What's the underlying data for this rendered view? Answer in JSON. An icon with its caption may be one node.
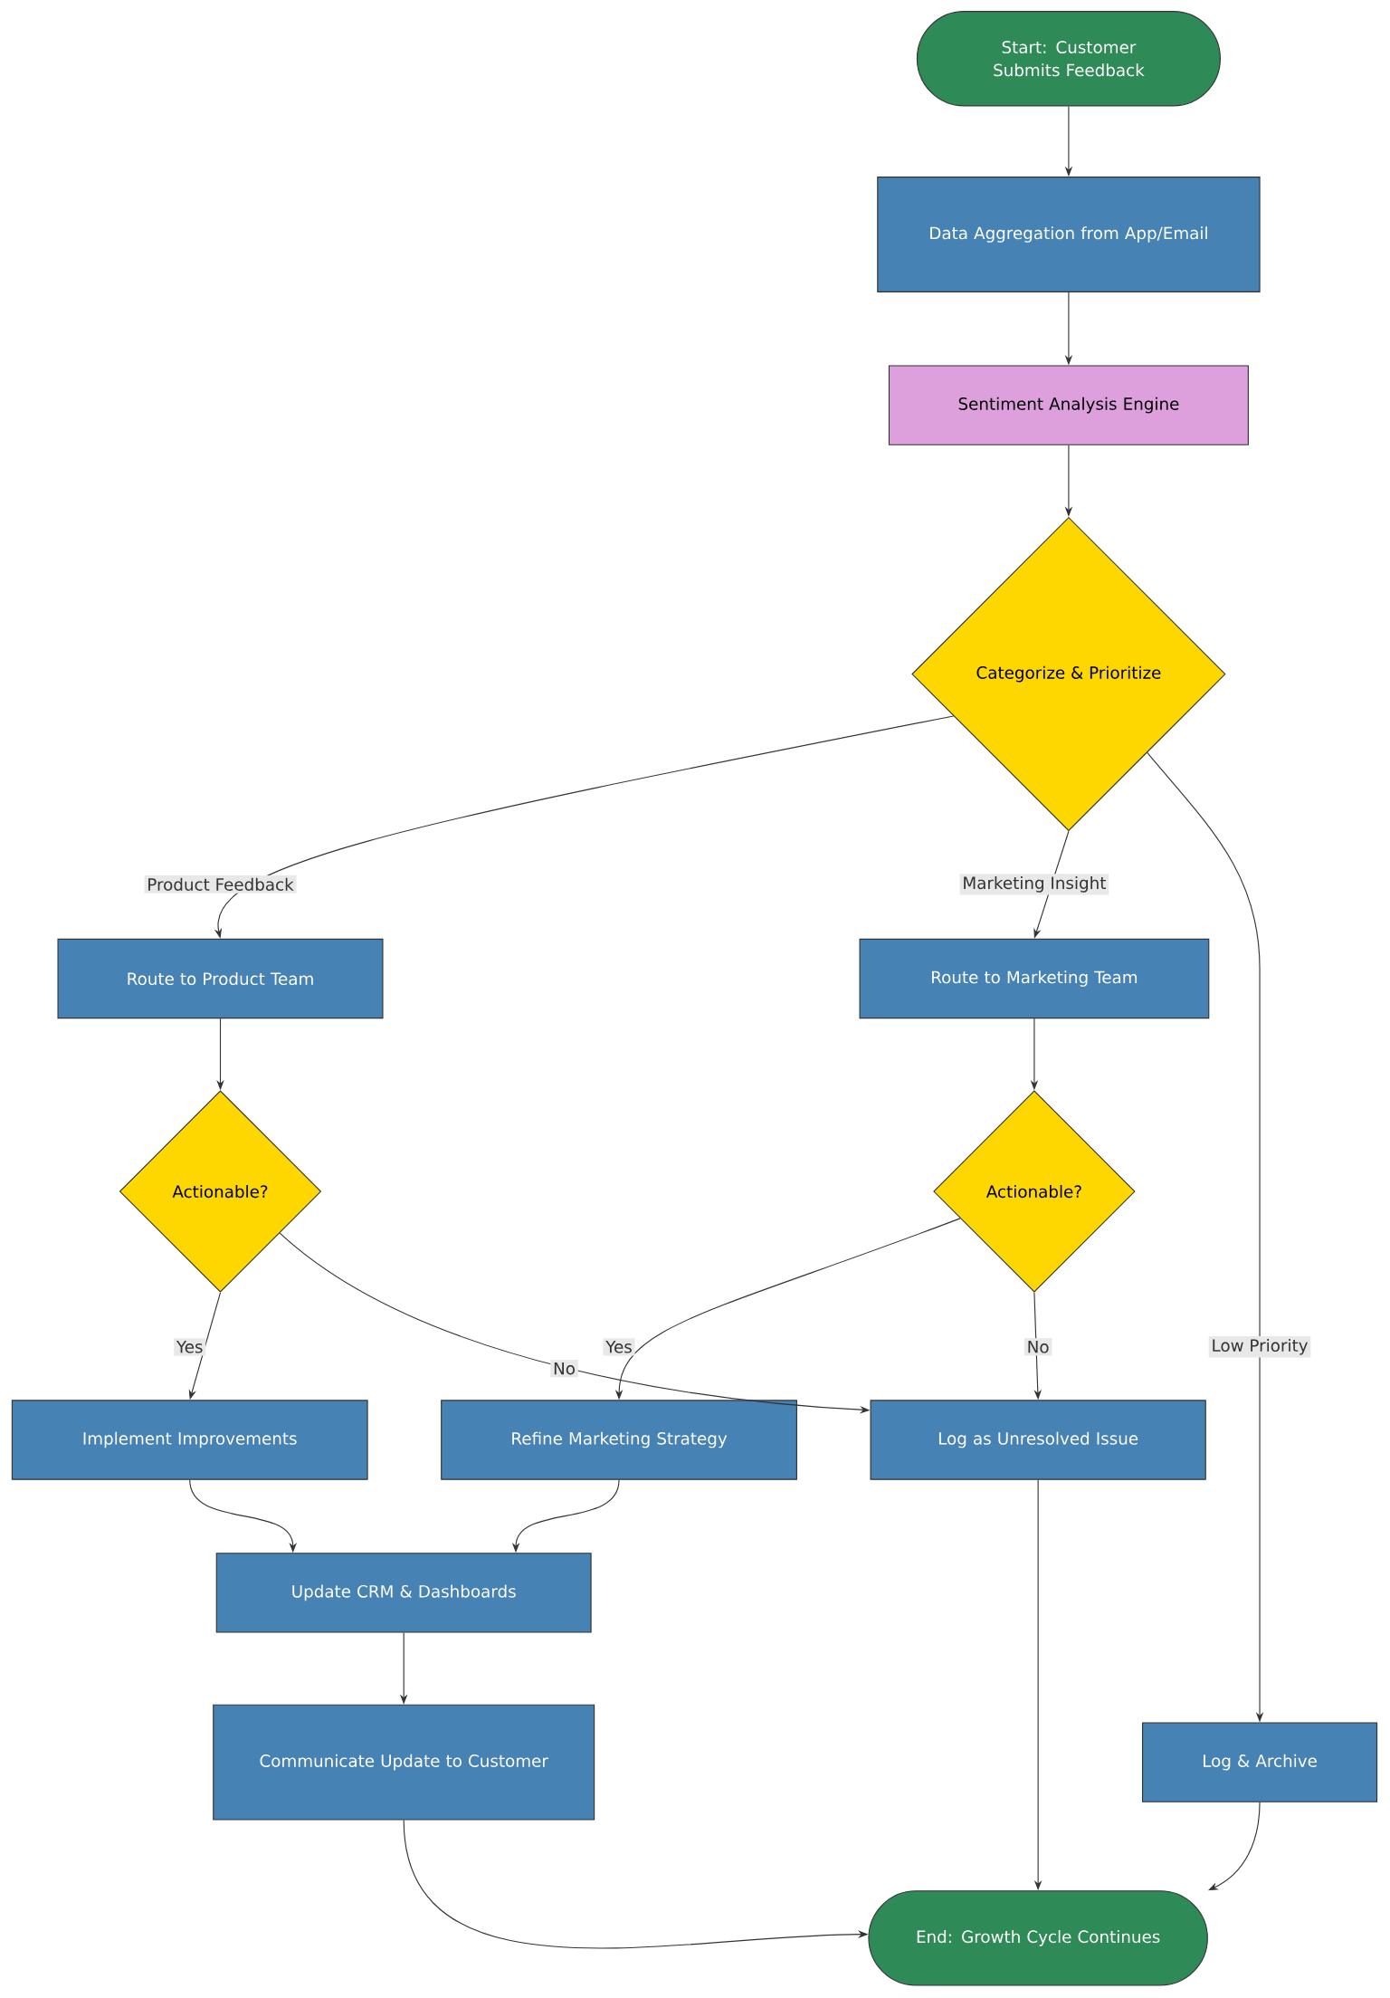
{
  "diagram": {
    "nodes": [
      {
        "text": [
          "Start: Customer Submits Feedback"
        ]
      },
      {
        "text": [
          "Data Aggregation from App/Email"
        ]
      },
      {
        "text": [
          "Sentiment Analysis Engine"
        ]
      },
      {
        "text": [
          "Categorize & Prioritize"
        ]
      },
      {
        "text": [
          "Route to Product Team"
        ]
      },
      {
        "text": [
          "Route to Marketing Team"
        ]
      },
      {
        "text": [
          "Actionable?"
        ]
      },
      {
        "text": [
          "Actionable?"
        ]
      },
      {
        "text": [
          "Implement Improvements"
        ]
      },
      {
        "text": [
          "Refine Marketing Strategy"
        ]
      },
      {
        "text": [
          "Log as Unresolved Issue"
        ]
      },
      {
        "text": [
          "Update CRM & Dashboards"
        ]
      },
      {
        "text": [
          "Communicate Update to Customer"
        ]
      },
      {
        "text": [
          "Log & Archive"
        ]
      },
      {
        "text": [
          "End: Growth Cycle Continues"
        ]
      }
    ],
    "edges": [
      {
        "from": 0,
        "to": 1,
        "arrow": "to"
      },
      {
        "from": 1,
        "to": 2,
        "arrow": "to"
      },
      {
        "from": 2,
        "to": 3,
        "arrow": "to"
      },
      {
        "from": 3,
        "to": 4,
        "arrow": "to",
        "label": "Product Feedback"
      },
      {
        "from": 3,
        "to": 5,
        "arrow": "to",
        "label": "Marketing Insight"
      },
      {
        "from": 3,
        "to": 13,
        "arrow": "to",
        "label": "Low Priority"
      },
      {
        "from": 4,
        "to": 6,
        "arrow": "to"
      },
      {
        "from": 5,
        "to": 7,
        "arrow": "to"
      },
      {
        "from": 6,
        "to": 8,
        "arrow": "to",
        "label": "Yes"
      },
      {
        "from": 6,
        "to": 10,
        "arrow": "to",
        "label": "No"
      },
      {
        "from": 7,
        "to": 9,
        "arrow": "to",
        "label": "Yes"
      },
      {
        "from": 7,
        "to": 10,
        "arrow": "to",
        "label": "No"
      },
      {
        "from": 8,
        "to": 11,
        "arrow": "to"
      },
      {
        "from": 9,
        "to": 11,
        "arrow": "to"
      },
      {
        "from": 11,
        "to": 12,
        "arrow": "to"
      },
      {
        "from": 12,
        "to": 14,
        "arrow": "to"
      },
      {
        "from": 10,
        "to": 14,
        "arrow": "to"
      },
      {
        "from": 13,
        "to": 14,
        "arrow": "to"
      }
    ]
  }
}
